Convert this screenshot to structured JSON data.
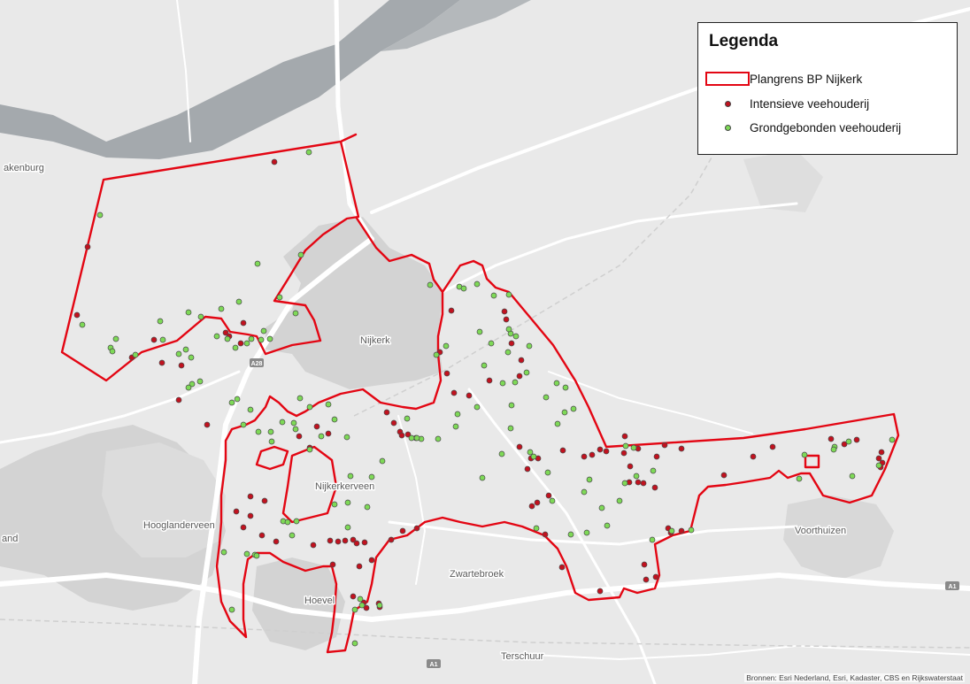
{
  "legend": {
    "title": "Legenda",
    "items": [
      {
        "label": "Plangrens BP Nijkerk",
        "symbol": "boundary",
        "color": "#e30613"
      },
      {
        "label": "Intensieve veehouderij",
        "symbol": "dot",
        "color": "#c1121f"
      },
      {
        "label": "Grondgebonden veehouderij",
        "symbol": "dot",
        "color": "#7ed957"
      }
    ]
  },
  "places": {
    "spakenburg": "akenburg",
    "nijkerk": "Nijkerk",
    "nijkerkerveen": "Nijkerkerveen",
    "hooglanderveen": "Hooglanderveen",
    "land": "and",
    "zwartebroek": "Zwartebroek",
    "voorthuizen": "Voorthuizen",
    "hoevelaken": "Hoevel",
    "terschuur": "Terschuur"
  },
  "road_shields": {
    "a28": "A28",
    "a1_east": "A1",
    "a1_south": "A1"
  },
  "attribution": "Bronnen: Esri Nederland, Esri, Kadaster, CBS en Rijkswaterstaat",
  "colors": {
    "background": "#e9e9e9",
    "water": "#a4a9ad",
    "built_up": "#d3d3d3",
    "road": "#ffffff",
    "boundary": "#e30613",
    "intensive": "#c1121f",
    "ground_bound": "#7ed957"
  }
}
